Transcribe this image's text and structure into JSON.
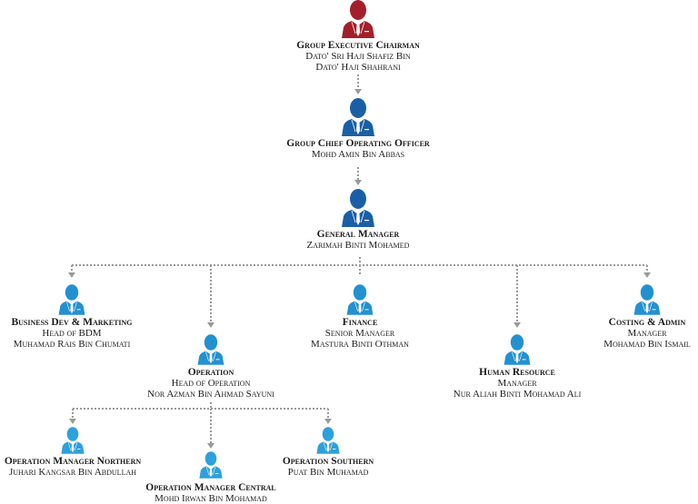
{
  "colors": {
    "chairman": "#a3202a",
    "senior": "#1a5fa6",
    "staff": "#2391d0",
    "connector": "#9a9a9a"
  },
  "icon": "person-with-tie-icon",
  "nodes": {
    "chairman": {
      "title": "Group Executive Chairman",
      "lines": [
        "Dato' Sri Haji Shafiz Bin",
        "Dato' Haji Shahrani"
      ]
    },
    "coo": {
      "title": "Group Chief Operating  Officer",
      "lines": [
        "Mohd Amin Bin Abbas"
      ]
    },
    "gm": {
      "title": "General Manager",
      "lines": [
        "Zarimah Binti Mohamed"
      ]
    },
    "bdm": {
      "title": "Business Dev & Marketing",
      "lines": [
        "Head of BDM",
        "Muhamad Rais Bin Chumati"
      ]
    },
    "operation": {
      "title": "Operation",
      "lines": [
        "Head of Operation",
        "Nor Azman Bin Ahmad Sayuni"
      ]
    },
    "finance": {
      "title": "Finance",
      "lines": [
        "Senior Manager",
        "Mastura Binti Othman"
      ]
    },
    "hr": {
      "title": "Human Resource",
      "lines": [
        "Manager",
        "Nur Aliah Binti Mohamad Ali"
      ]
    },
    "costing": {
      "title": "Costing & Admin",
      "lines": [
        "Manager",
        "Mohamad Bin Ismail"
      ]
    },
    "op_northern": {
      "title": "Operation Manager Northern",
      "lines": [
        "Juhari Kangsar Bin Abdullah"
      ]
    },
    "op_central": {
      "title": "Operation Manager Central",
      "lines": [
        "Mohd Irwan Bin Mohamad"
      ]
    },
    "op_southern": {
      "title": "Operation Southern",
      "lines": [
        "Puat Bin Muhamad"
      ]
    }
  }
}
